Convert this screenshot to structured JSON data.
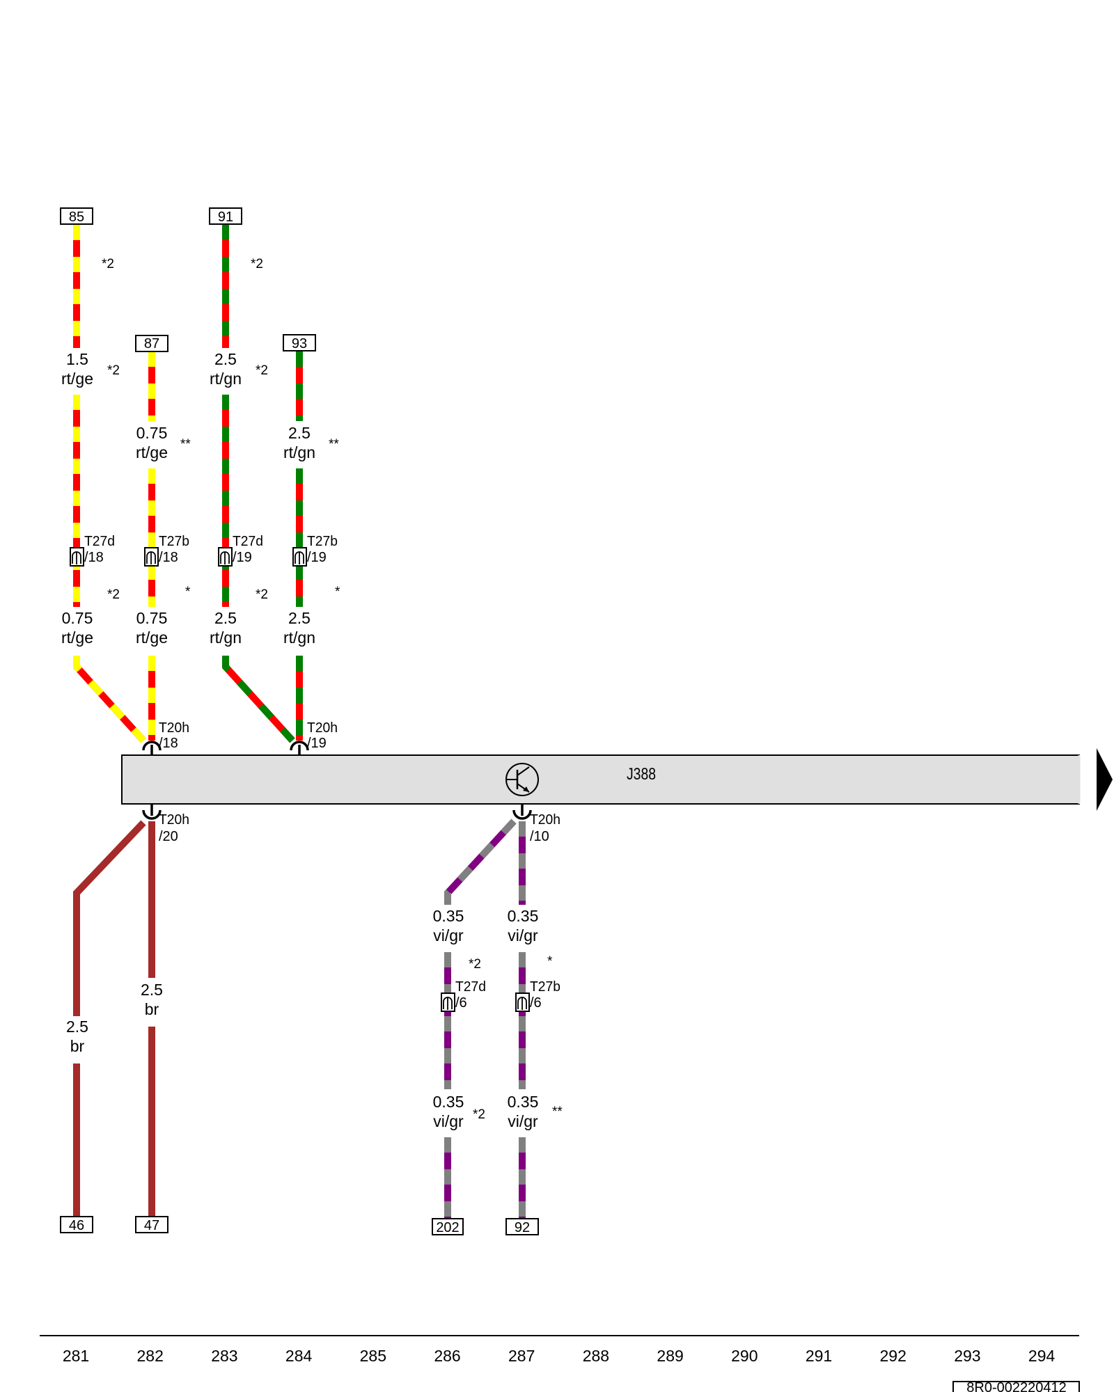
{
  "colors": {
    "rt": "#ff0000",
    "ge": "#ffff00",
    "gn": "#008000",
    "vi": "#800080",
    "gr": "#808080",
    "br": "#a52a2a",
    "component_fill": "#e0e0e0"
  },
  "component": {
    "label": "J388",
    "icon": "transistor-symbol-icon"
  },
  "doc_code": "8R0-002220412",
  "columns": [
    "281",
    "282",
    "283",
    "284",
    "285",
    "286",
    "287",
    "288",
    "289",
    "290",
    "291",
    "292",
    "293",
    "294"
  ],
  "top_boxes": [
    "85",
    "87",
    "91",
    "93"
  ],
  "bottom_boxes": [
    "46",
    "47",
    "202",
    "92"
  ],
  "wire_labels": [
    {
      "size": "1.5",
      "color": "rt/ge"
    },
    {
      "size": "2.5",
      "color": "rt/gn"
    },
    {
      "size": "0.75",
      "color": "rt/ge"
    },
    {
      "size": "2.5",
      "color": "rt/gn"
    },
    {
      "size": "0.75",
      "color": "rt/ge"
    },
    {
      "size": "0.75",
      "color": "rt/ge"
    },
    {
      "size": "2.5",
      "color": "rt/gn"
    },
    {
      "size": "2.5",
      "color": "rt/gn"
    },
    {
      "size": "2.5",
      "color": "br"
    },
    {
      "size": "2.5",
      "color": "br"
    },
    {
      "size": "0.35",
      "color": "vi/gr"
    },
    {
      "size": "0.35",
      "color": "vi/gr"
    },
    {
      "size": "0.35",
      "color": "vi/gr"
    },
    {
      "size": "0.35",
      "color": "vi/gr"
    }
  ],
  "notes": [
    "*2",
    "*2",
    "*2",
    "*2",
    "**",
    "**",
    "*2",
    "*",
    "*2",
    "*",
    "*2",
    "*",
    "*2",
    "**"
  ],
  "connectors": [
    {
      "name": "T27d",
      "pin": "/18"
    },
    {
      "name": "T27b",
      "pin": "/18"
    },
    {
      "name": "T27d",
      "pin": "/19"
    },
    {
      "name": "T27b",
      "pin": "/19"
    },
    {
      "name": "T20h",
      "pin": "/18"
    },
    {
      "name": "T20h",
      "pin": "/19"
    },
    {
      "name": "T20h",
      "pin": "/20"
    },
    {
      "name": "T20h",
      "pin": "/10"
    },
    {
      "name": "T27d",
      "pin": "/6"
    },
    {
      "name": "T27b",
      "pin": "/6"
    }
  ]
}
